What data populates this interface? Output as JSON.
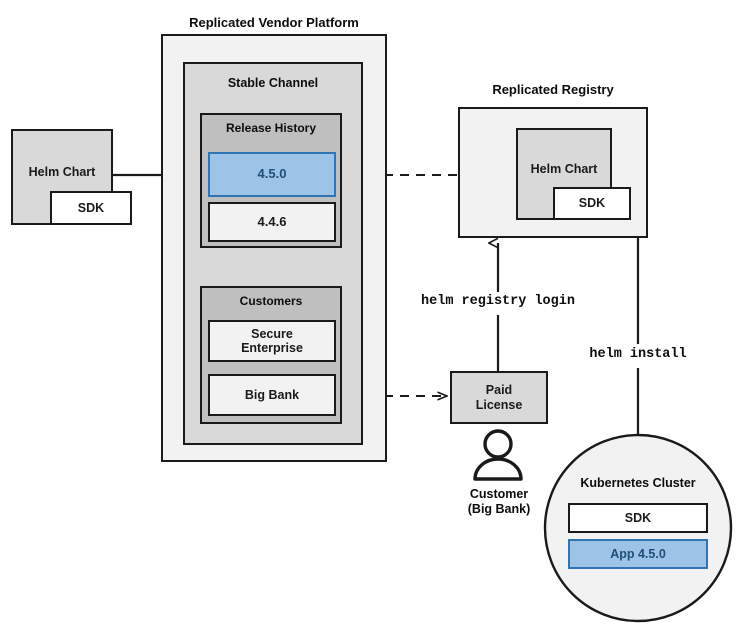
{
  "diagram": {
    "titles": {
      "vendor_platform": "Replicated Vendor Platform",
      "registry": "Replicated Registry"
    },
    "source_chart": {
      "name": "Helm Chart",
      "sdk": "SDK"
    },
    "vendor_platform": {
      "channel_label": "Stable Channel",
      "release_history": {
        "label": "Release History",
        "releases": [
          {
            "version": "4.5.0",
            "highlighted": true
          },
          {
            "version": "4.4.6",
            "highlighted": false
          }
        ]
      },
      "customers": {
        "label": "Customers",
        "items": [
          {
            "name": "Secure\nEnterprise"
          },
          {
            "name": "Big Bank"
          }
        ]
      }
    },
    "registry": {
      "chart_name": "Helm Chart",
      "sdk": "SDK"
    },
    "license": {
      "label": "Paid\nLicense"
    },
    "customer_actor": {
      "label": "Customer\n(Big Bank)",
      "icon": "person-icon"
    },
    "cluster": {
      "label": "Kubernetes Cluster",
      "components": [
        {
          "name": "SDK",
          "highlighted": false
        },
        {
          "name": "App 4.5.0",
          "highlighted": true
        }
      ]
    },
    "commands": {
      "registry_login": "helm registry login",
      "install": "helm install"
    },
    "colors": {
      "accent_fill": "#9dc3e6",
      "accent_border": "#2e75b6",
      "accent_text": "#1f4e79",
      "outer_fill": "#f2f2f2",
      "mid_fill": "#d9d9d9",
      "inner_fill": "#bfbfbf",
      "light_fill": "#f2f2f2",
      "stroke": "#1a1a1a"
    }
  }
}
